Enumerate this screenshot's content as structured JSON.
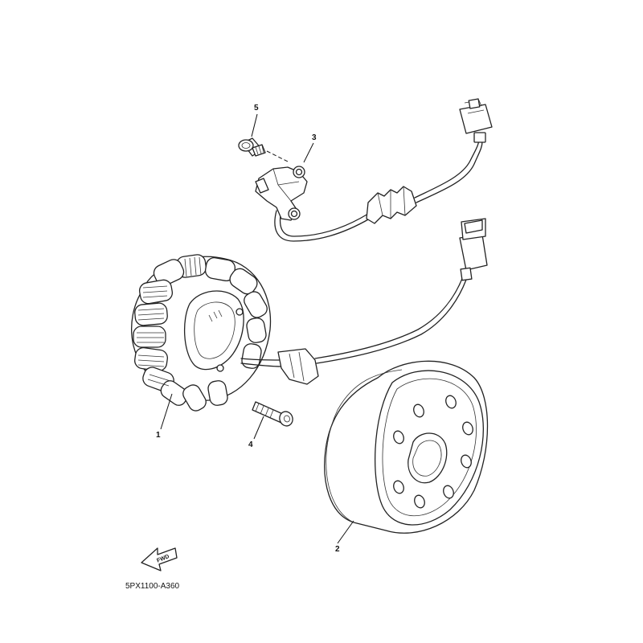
{
  "callouts": {
    "c1": "1",
    "c2": "2",
    "c3": "3",
    "c4": "4",
    "c5": "5"
  },
  "fwd_label": "FWD",
  "diagram_code": "5PX1100-A360",
  "colors": {
    "line": "#222222",
    "background": "#ffffff"
  }
}
